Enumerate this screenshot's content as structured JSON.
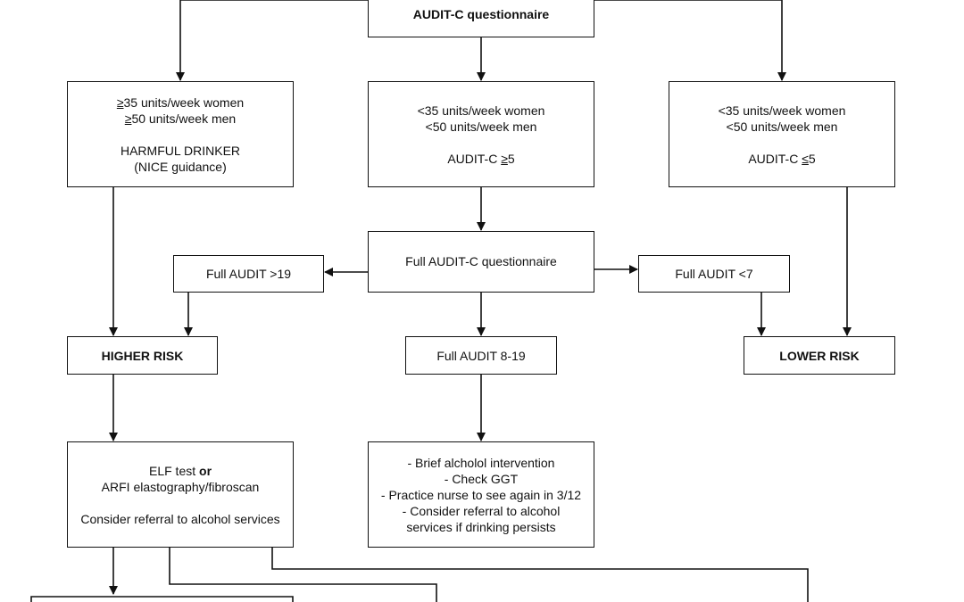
{
  "nodes": {
    "audit_c_top": "AUDIT-C questionnaire",
    "harmful": {
      "women_sym": "≥",
      "women_rest": "35 units/week women",
      "men_sym": "≥",
      "men_rest": "50 units/week men",
      "label": "HARMFUL DRINKER",
      "source": "(NICE guidance)"
    },
    "mid_low": {
      "women": "<35 units/week women",
      "men": "<50 units/week men",
      "audit_prefix": "AUDIT-C ",
      "audit_sym": "≥",
      "audit_num": "5"
    },
    "right_low": {
      "women": "<35 units/week women",
      "men": "<50 units/week men",
      "audit_prefix": "AUDIT-C ",
      "audit_sym": "≤",
      "audit_num": "5"
    },
    "full_audit_c": "Full AUDIT-C questionnaire",
    "full_audit_gt19": "Full AUDIT >19",
    "full_audit_lt7": "Full AUDIT <7",
    "higher_risk": "HIGHER RISK",
    "full_audit_8_19": "Full AUDIT 8-19",
    "lower_risk": "LOWER RISK",
    "elf": {
      "line1_a": "ELF test ",
      "line1_b": "or",
      "line2": "ARFI elastography/fibroscan",
      "line3": "Consider referral to alcohol services"
    },
    "brief": {
      "l1": "- Brief alcholol intervention",
      "l2": "- Check GGT",
      "l3": "- Practice nurse to see again in 3/12",
      "l4": "- Consider referral to alcohol",
      "l5": "services if drinking persists"
    }
  }
}
